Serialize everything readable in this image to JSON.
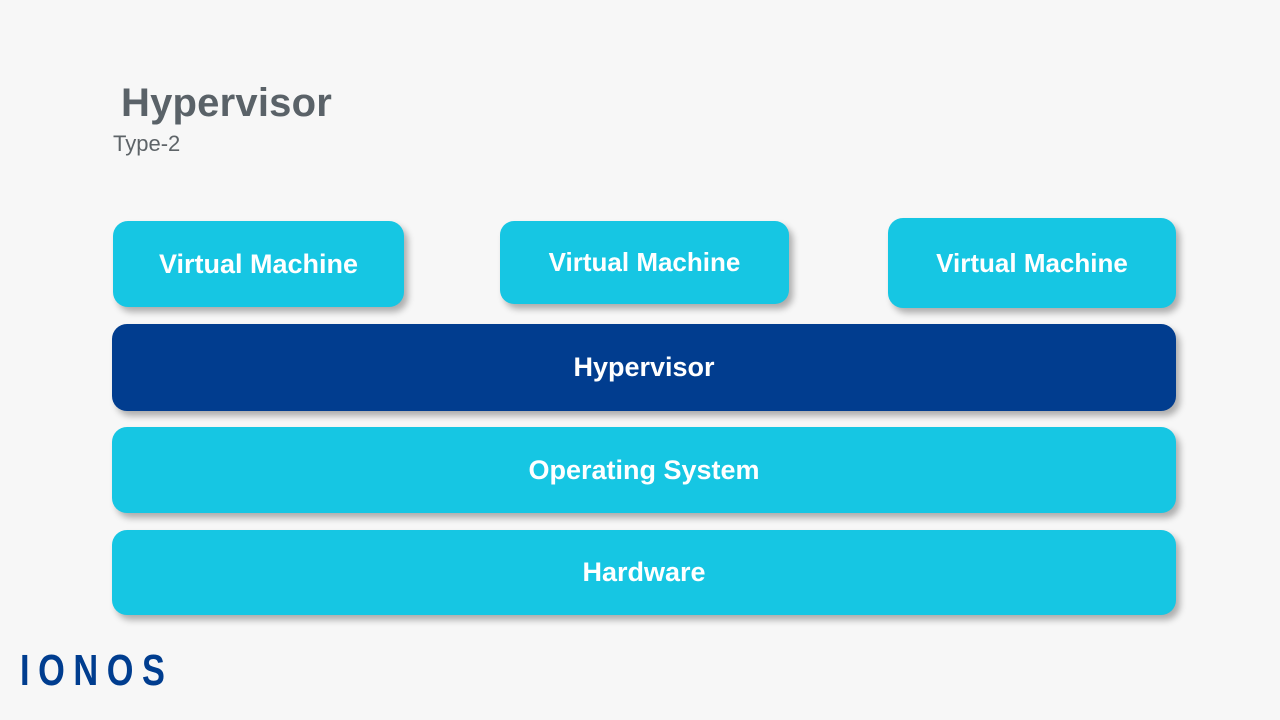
{
  "slide": {
    "background_color": "#f7f7f7",
    "title": "Hypervisor",
    "subtitle": "Type-2"
  },
  "colors": {
    "cyan": "#16c6e3",
    "navy": "#013d8f",
    "title_gray": "#5a6268",
    "subtitle_gray": "#5e6468",
    "box_text": "#ffffff",
    "background": "#f7f7f7"
  },
  "diagram": {
    "type": "layered-stack",
    "vm_row": [
      {
        "label": "Virtual Machine",
        "color": "#16c6e3"
      },
      {
        "label": "Virtual Machine",
        "color": "#16c6e3"
      },
      {
        "label": "Virtual Machine",
        "color": "#16c6e3"
      }
    ],
    "layers": [
      {
        "label": "Hypervisor",
        "color": "#013d8f"
      },
      {
        "label": "Operating System",
        "color": "#16c6e3"
      },
      {
        "label": "Hardware",
        "color": "#16c6e3"
      }
    ]
  },
  "branding": {
    "logo_text": "IONOS",
    "logo_color": "#003d8f"
  }
}
